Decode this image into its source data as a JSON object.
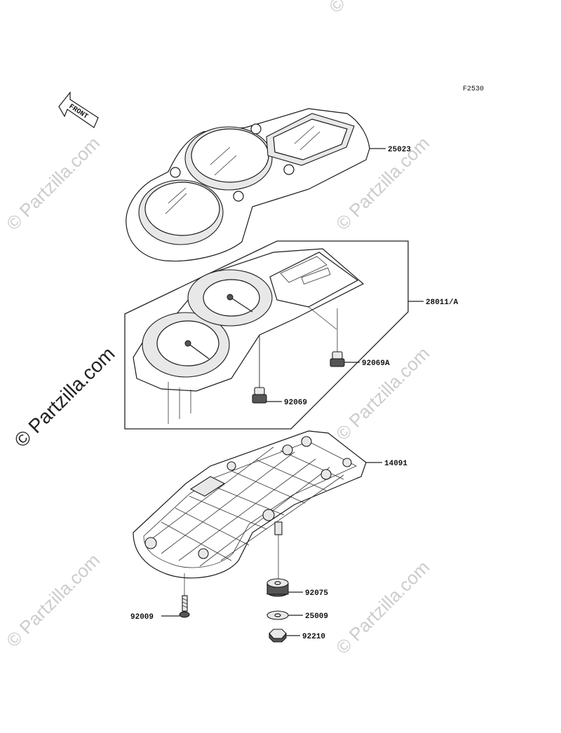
{
  "diagram_ref": "F2530",
  "front_label": "FRONT",
  "watermark": "© Partzilla.com",
  "watermark_main": "© Partzilla.com",
  "parts": [
    {
      "id": "meter-cover",
      "number": "25023"
    },
    {
      "id": "meter-assy",
      "number": "28011/A"
    },
    {
      "id": "nut-a",
      "number": "92069A"
    },
    {
      "id": "nut",
      "number": "92069"
    },
    {
      "id": "meter-case",
      "number": "14091"
    },
    {
      "id": "damper",
      "number": "92075"
    },
    {
      "id": "screw",
      "number": "92009"
    },
    {
      "id": "washer",
      "number": "25009"
    },
    {
      "id": "nut-m6",
      "number": "92210"
    }
  ]
}
